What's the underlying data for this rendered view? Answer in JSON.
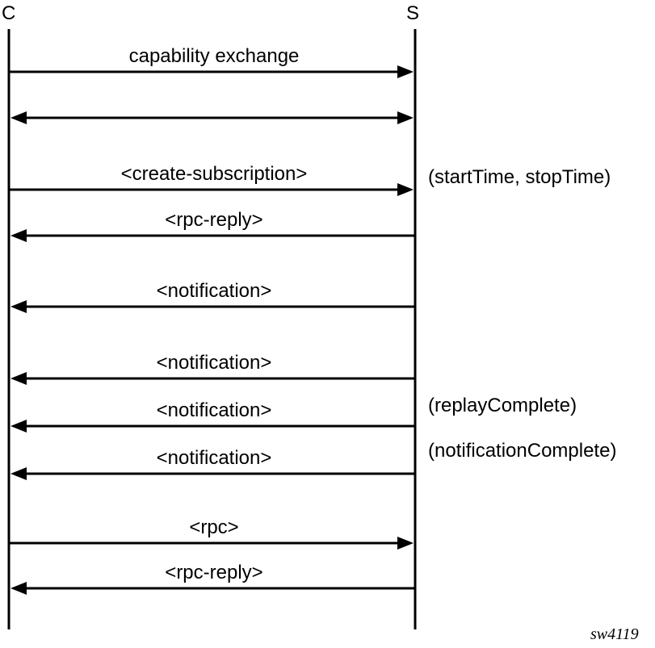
{
  "participants": {
    "client": "C",
    "server": "S"
  },
  "messages": [
    {
      "label": "capability exchange",
      "direction": "right"
    },
    {
      "label": "",
      "direction": "both"
    },
    {
      "label": "<create-subscription>",
      "direction": "right"
    },
    {
      "label": "<rpc-reply>",
      "direction": "left"
    },
    {
      "label": "<notification>",
      "direction": "left"
    },
    {
      "label": "<notification>",
      "direction": "left"
    },
    {
      "label": "<notification>",
      "direction": "left"
    },
    {
      "label": "<notification>",
      "direction": "left"
    },
    {
      "label": "<rpc>",
      "direction": "right"
    },
    {
      "label": "<rpc-reply>",
      "direction": "left"
    }
  ],
  "notes": [
    "(startTime, stopTime)",
    "(replayComplete)",
    "(notificationComplete)"
  ],
  "figure_id": "sw4119",
  "colors": {
    "line": "#000000",
    "background": "#ffffff"
  }
}
